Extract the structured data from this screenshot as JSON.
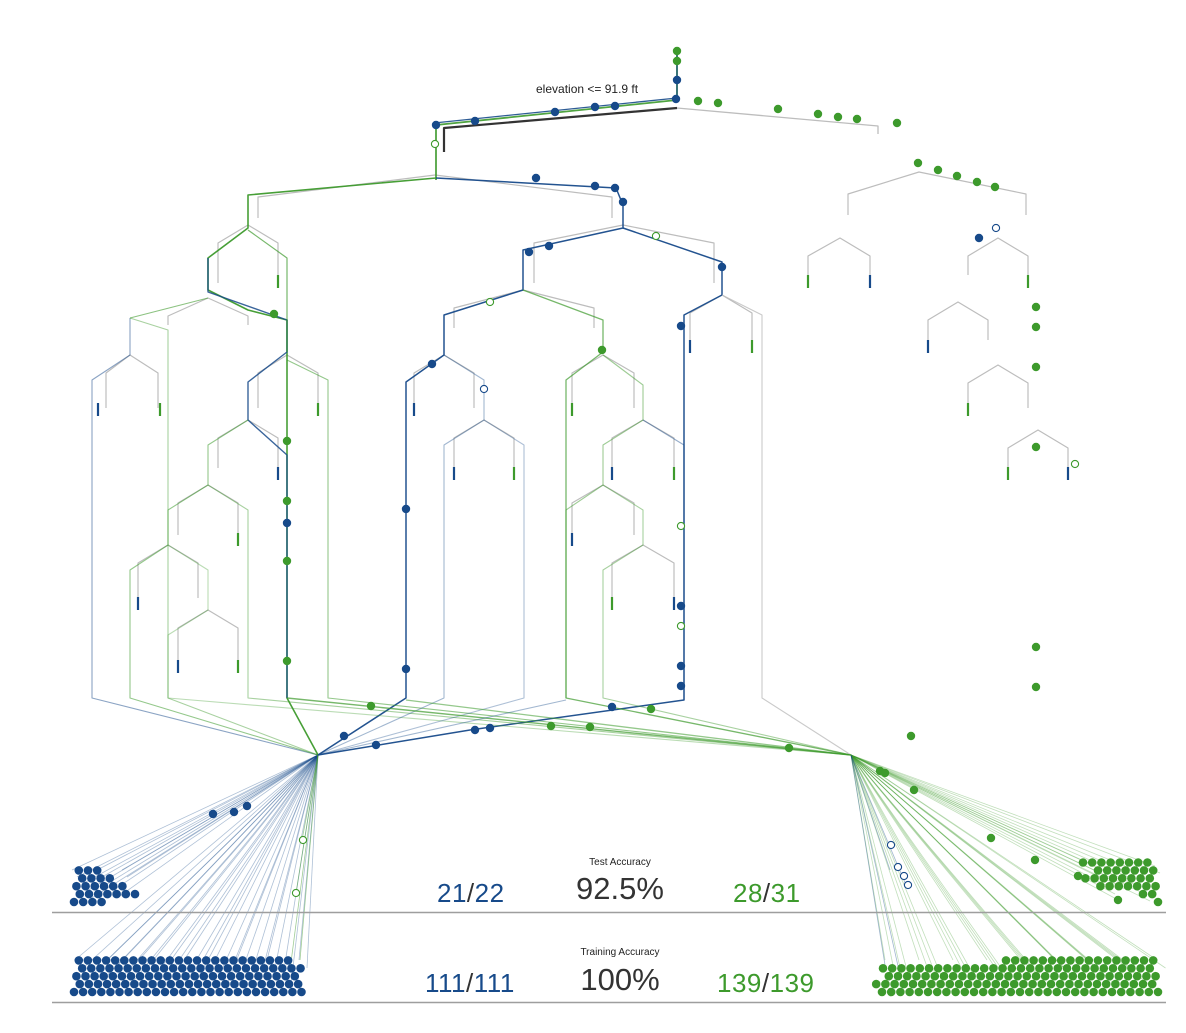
{
  "root_split": {
    "label": "elevation <= 91.9 ft"
  },
  "colors": {
    "blue": "#174a8a",
    "green": "#3d9a2c",
    "branch_gray": "#bdbdbd",
    "path_dark": "#333333",
    "axis_line": "#9e9e9e"
  },
  "test": {
    "title": "Test Accuracy",
    "accuracy": "92.5%",
    "left": {
      "correct": "21",
      "separator": "/",
      "total": "22"
    },
    "right": {
      "correct": "28",
      "separator": "/",
      "total": "31"
    }
  },
  "training": {
    "title": "Training Accuracy",
    "accuracy": "100%",
    "left": {
      "correct": "111",
      "separator": "/",
      "total": "111"
    },
    "right": {
      "correct": "139",
      "separator": "/",
      "total": "139"
    }
  }
}
